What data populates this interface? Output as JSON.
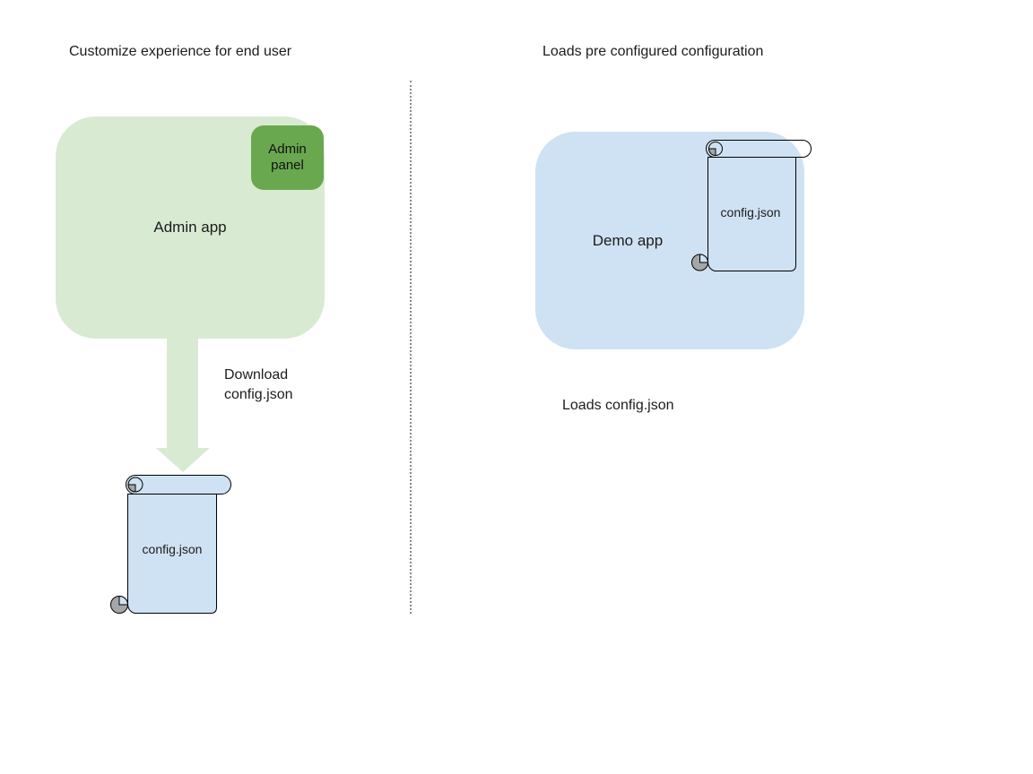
{
  "left": {
    "title": "Customize experience for end user",
    "admin_app_label": "Admin app",
    "admin_panel_label": "Admin panel",
    "arrow_label": "Download config.json",
    "config_file_label": "config.json"
  },
  "right": {
    "title": "Loads pre configured configuration",
    "demo_app_label": "Demo app",
    "config_file_label": "config.json",
    "caption": "Loads config.json"
  },
  "colors": {
    "light_green": "#d9ead3",
    "dark_green": "#6aa84f",
    "light_blue": "#cfe2f3",
    "curl_gray": "#a6a6a6",
    "outline": "#000000",
    "divider_gray": "#8a8a8a"
  }
}
